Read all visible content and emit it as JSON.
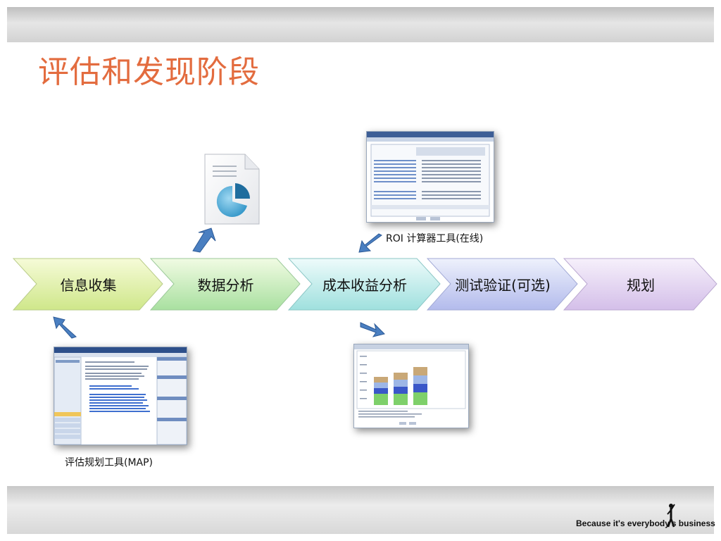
{
  "slide": {
    "title": "评估和发现阶段",
    "tagline": "Because it's everybody's business",
    "colors": {
      "title": "#e36c3f"
    }
  },
  "process": {
    "stages": [
      {
        "label": "信息收集"
      },
      {
        "label": "数据分析"
      },
      {
        "label": "成本收益分析"
      },
      {
        "label": "测试验证(可选)"
      },
      {
        "label": "规划"
      }
    ]
  },
  "captions": {
    "roi_tool": "ROI 计算器工具(在线)",
    "map_tool": "评估规划工具(MAP)"
  },
  "icons": [
    "report-document-icon",
    "blue-arrow-icon",
    "person-figure-icon"
  ]
}
